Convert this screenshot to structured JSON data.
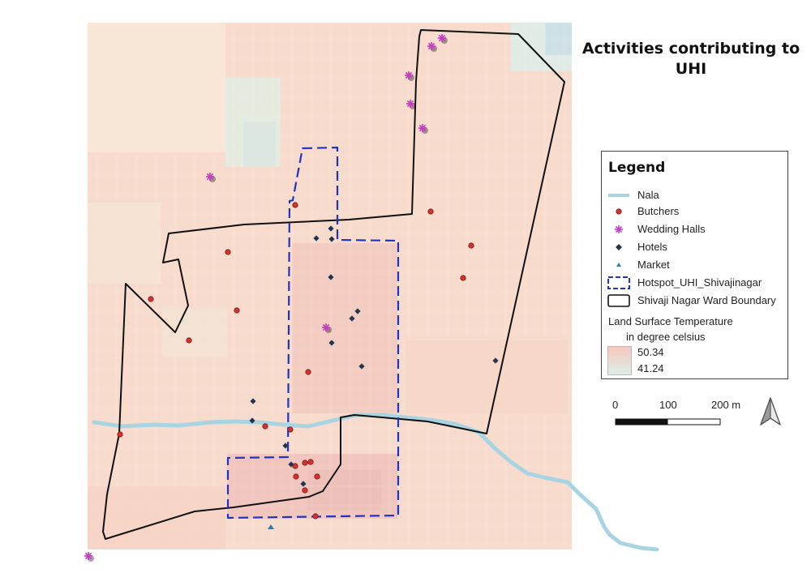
{
  "title_lines": [
    "Activities contributing to",
    "UHI"
  ],
  "legend": {
    "title": "Legend",
    "items": [
      {
        "label": "Nala",
        "symbol": "line",
        "color": "#a8d4e2"
      },
      {
        "label": "Butchers",
        "symbol": "dot",
        "color": "#d3322f"
      },
      {
        "label": "Wedding Halls",
        "symbol": "star",
        "color": "#c23fc0"
      },
      {
        "label": "Hotels",
        "symbol": "diamond",
        "color": "#22344f"
      },
      {
        "label": "Market",
        "symbol": "triangle",
        "color": "#3a78a8"
      },
      {
        "label": "Hotspot_UHI_Shivajinagar",
        "symbol": "dashed-box",
        "color": "#2233c4"
      },
      {
        "label": "Shivaji Nagar Ward Boundary",
        "symbol": "solid-box",
        "color": "#111111"
      }
    ],
    "lst": {
      "title_line1": "Land Surface Temperature",
      "title_line2": "in degree celsius",
      "high": "50.34",
      "low": "41.24",
      "high_color": "#f5c7bd",
      "low_color": "#dcefe9"
    }
  },
  "scale": {
    "labels": [
      "0",
      "100",
      "200 m"
    ]
  },
  "colors": {
    "ward_boundary": "#111111",
    "hotspot": "#2233c4",
    "nala": "#a8d4e2",
    "butcher": "#d3322f",
    "wedding": "#c23fc0",
    "hotel": "#22344f",
    "market": "#3a78a8"
  }
}
